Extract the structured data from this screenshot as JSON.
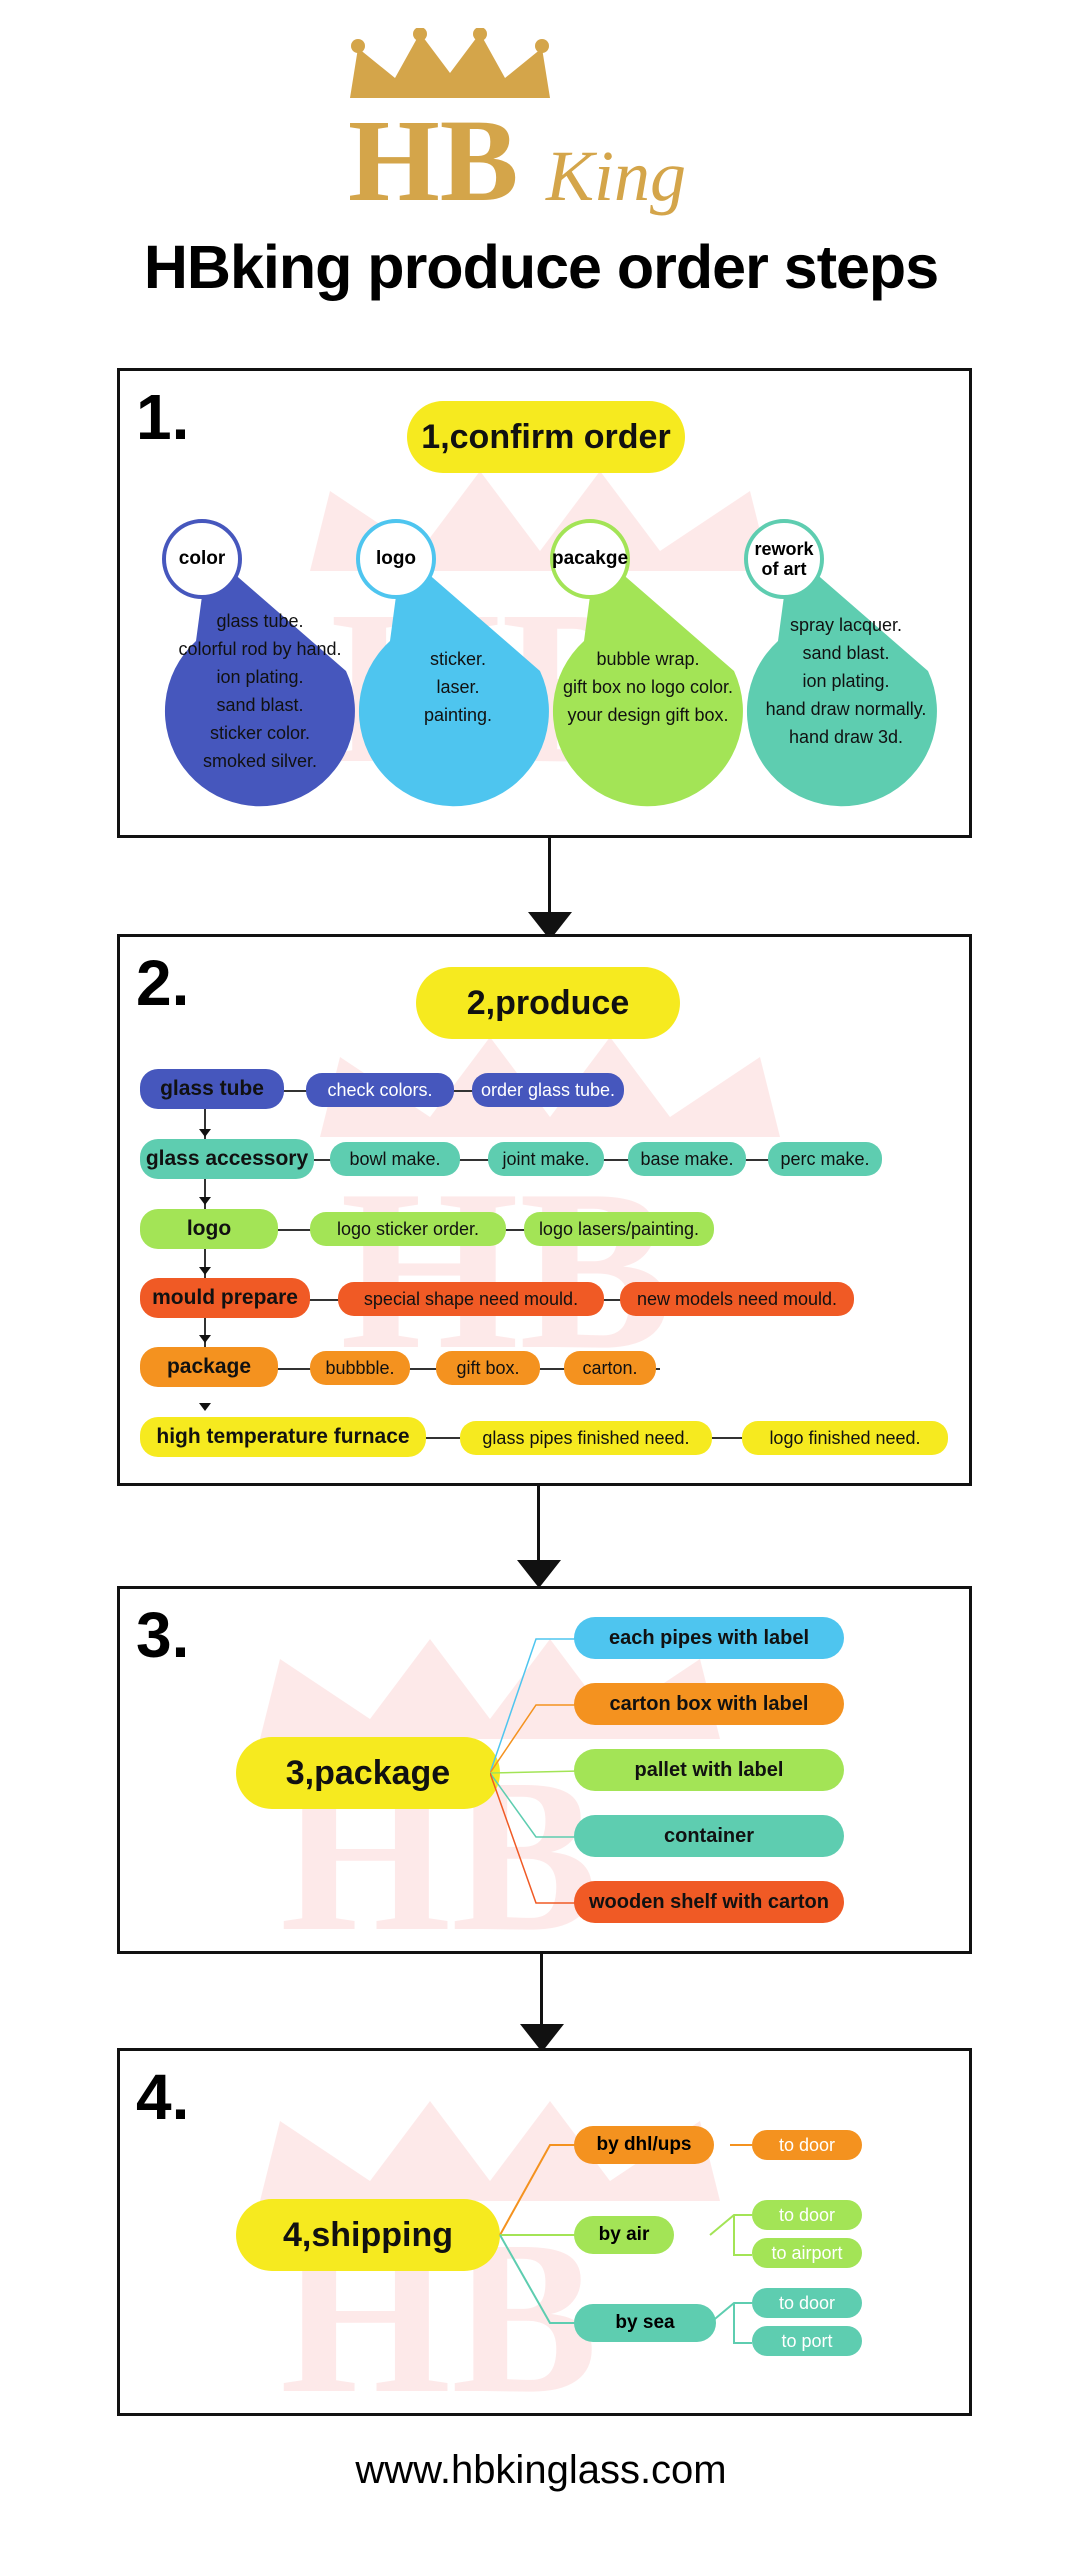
{
  "brand": {
    "logo_text": "HBKing",
    "gold": "#d4a54a"
  },
  "title": "HBking produce order steps",
  "steps": [
    {
      "number": "1.",
      "heading": "1,confirm order",
      "drops": [
        {
          "label": "color",
          "color": "#4657bd",
          "lines": [
            "glass tube.",
            "colorful rod by hand.",
            "ion plating.",
            "sand blast.",
            "sticker color.",
            "smoked silver."
          ]
        },
        {
          "label": "logo",
          "color": "#4ec5ef",
          "lines": [
            "sticker.",
            "laser.",
            "painting."
          ]
        },
        {
          "label": "pacakge",
          "color": "#a3e456",
          "lines": [
            "bubble wrap.",
            "gift box no logo color.",
            "your design gift box."
          ]
        },
        {
          "label": "rework of art",
          "color": "#5ecdb0",
          "lines": [
            "spray lacquer.",
            "sand blast.",
            "ion plating.",
            "hand draw normally.",
            "hand draw 3d."
          ]
        }
      ]
    },
    {
      "number": "2.",
      "heading": "2,produce",
      "rows": [
        {
          "main": "glass tube",
          "color": "#4657bd",
          "items": [
            "check colors.",
            "order glass tube."
          ]
        },
        {
          "main": "glass accessory",
          "color": "#5ecdb0",
          "items": [
            "bowl make.",
            "joint make.",
            "base make.",
            "perc make."
          ]
        },
        {
          "main": "logo",
          "color": "#a3e456",
          "items": [
            "logo sticker order.",
            "logo lasers/painting."
          ]
        },
        {
          "main": "mould prepare",
          "color": "#f05a25",
          "items": [
            "special  shape need mould.",
            "new models need mould."
          ]
        },
        {
          "main": "package",
          "color": "#f4921f",
          "items": [
            "bubbble.",
            "gift box.",
            "carton."
          ]
        },
        {
          "main": "high temperature  furnace",
          "color": "#f6ea1f",
          "items": [
            "glass pipes finished need.",
            "logo finished need."
          ]
        }
      ]
    },
    {
      "number": "3.",
      "heading": "3,package",
      "options": [
        {
          "label": "each pipes with label",
          "color": "#4ec5ef"
        },
        {
          "label": "carton box with label",
          "color": "#f4921f"
        },
        {
          "label": "pallet with label",
          "color": "#a3e456"
        },
        {
          "label": "container",
          "color": "#5ecdb0"
        },
        {
          "label": "wooden shelf with carton",
          "color": "#f05a25"
        }
      ]
    },
    {
      "number": "4.",
      "heading": "4,shipping",
      "methods": [
        {
          "label": "by dhl/ups",
          "color": "#f4921f",
          "dests": [
            "to door"
          ]
        },
        {
          "label": "by air",
          "color": "#a3e456",
          "dests": [
            "to door",
            "to  airport"
          ]
        },
        {
          "label": "by sea",
          "color": "#5ecdb0",
          "dests": [
            "to door",
            "to port"
          ]
        }
      ]
    }
  ],
  "footer": "www.hbkinglass.com"
}
